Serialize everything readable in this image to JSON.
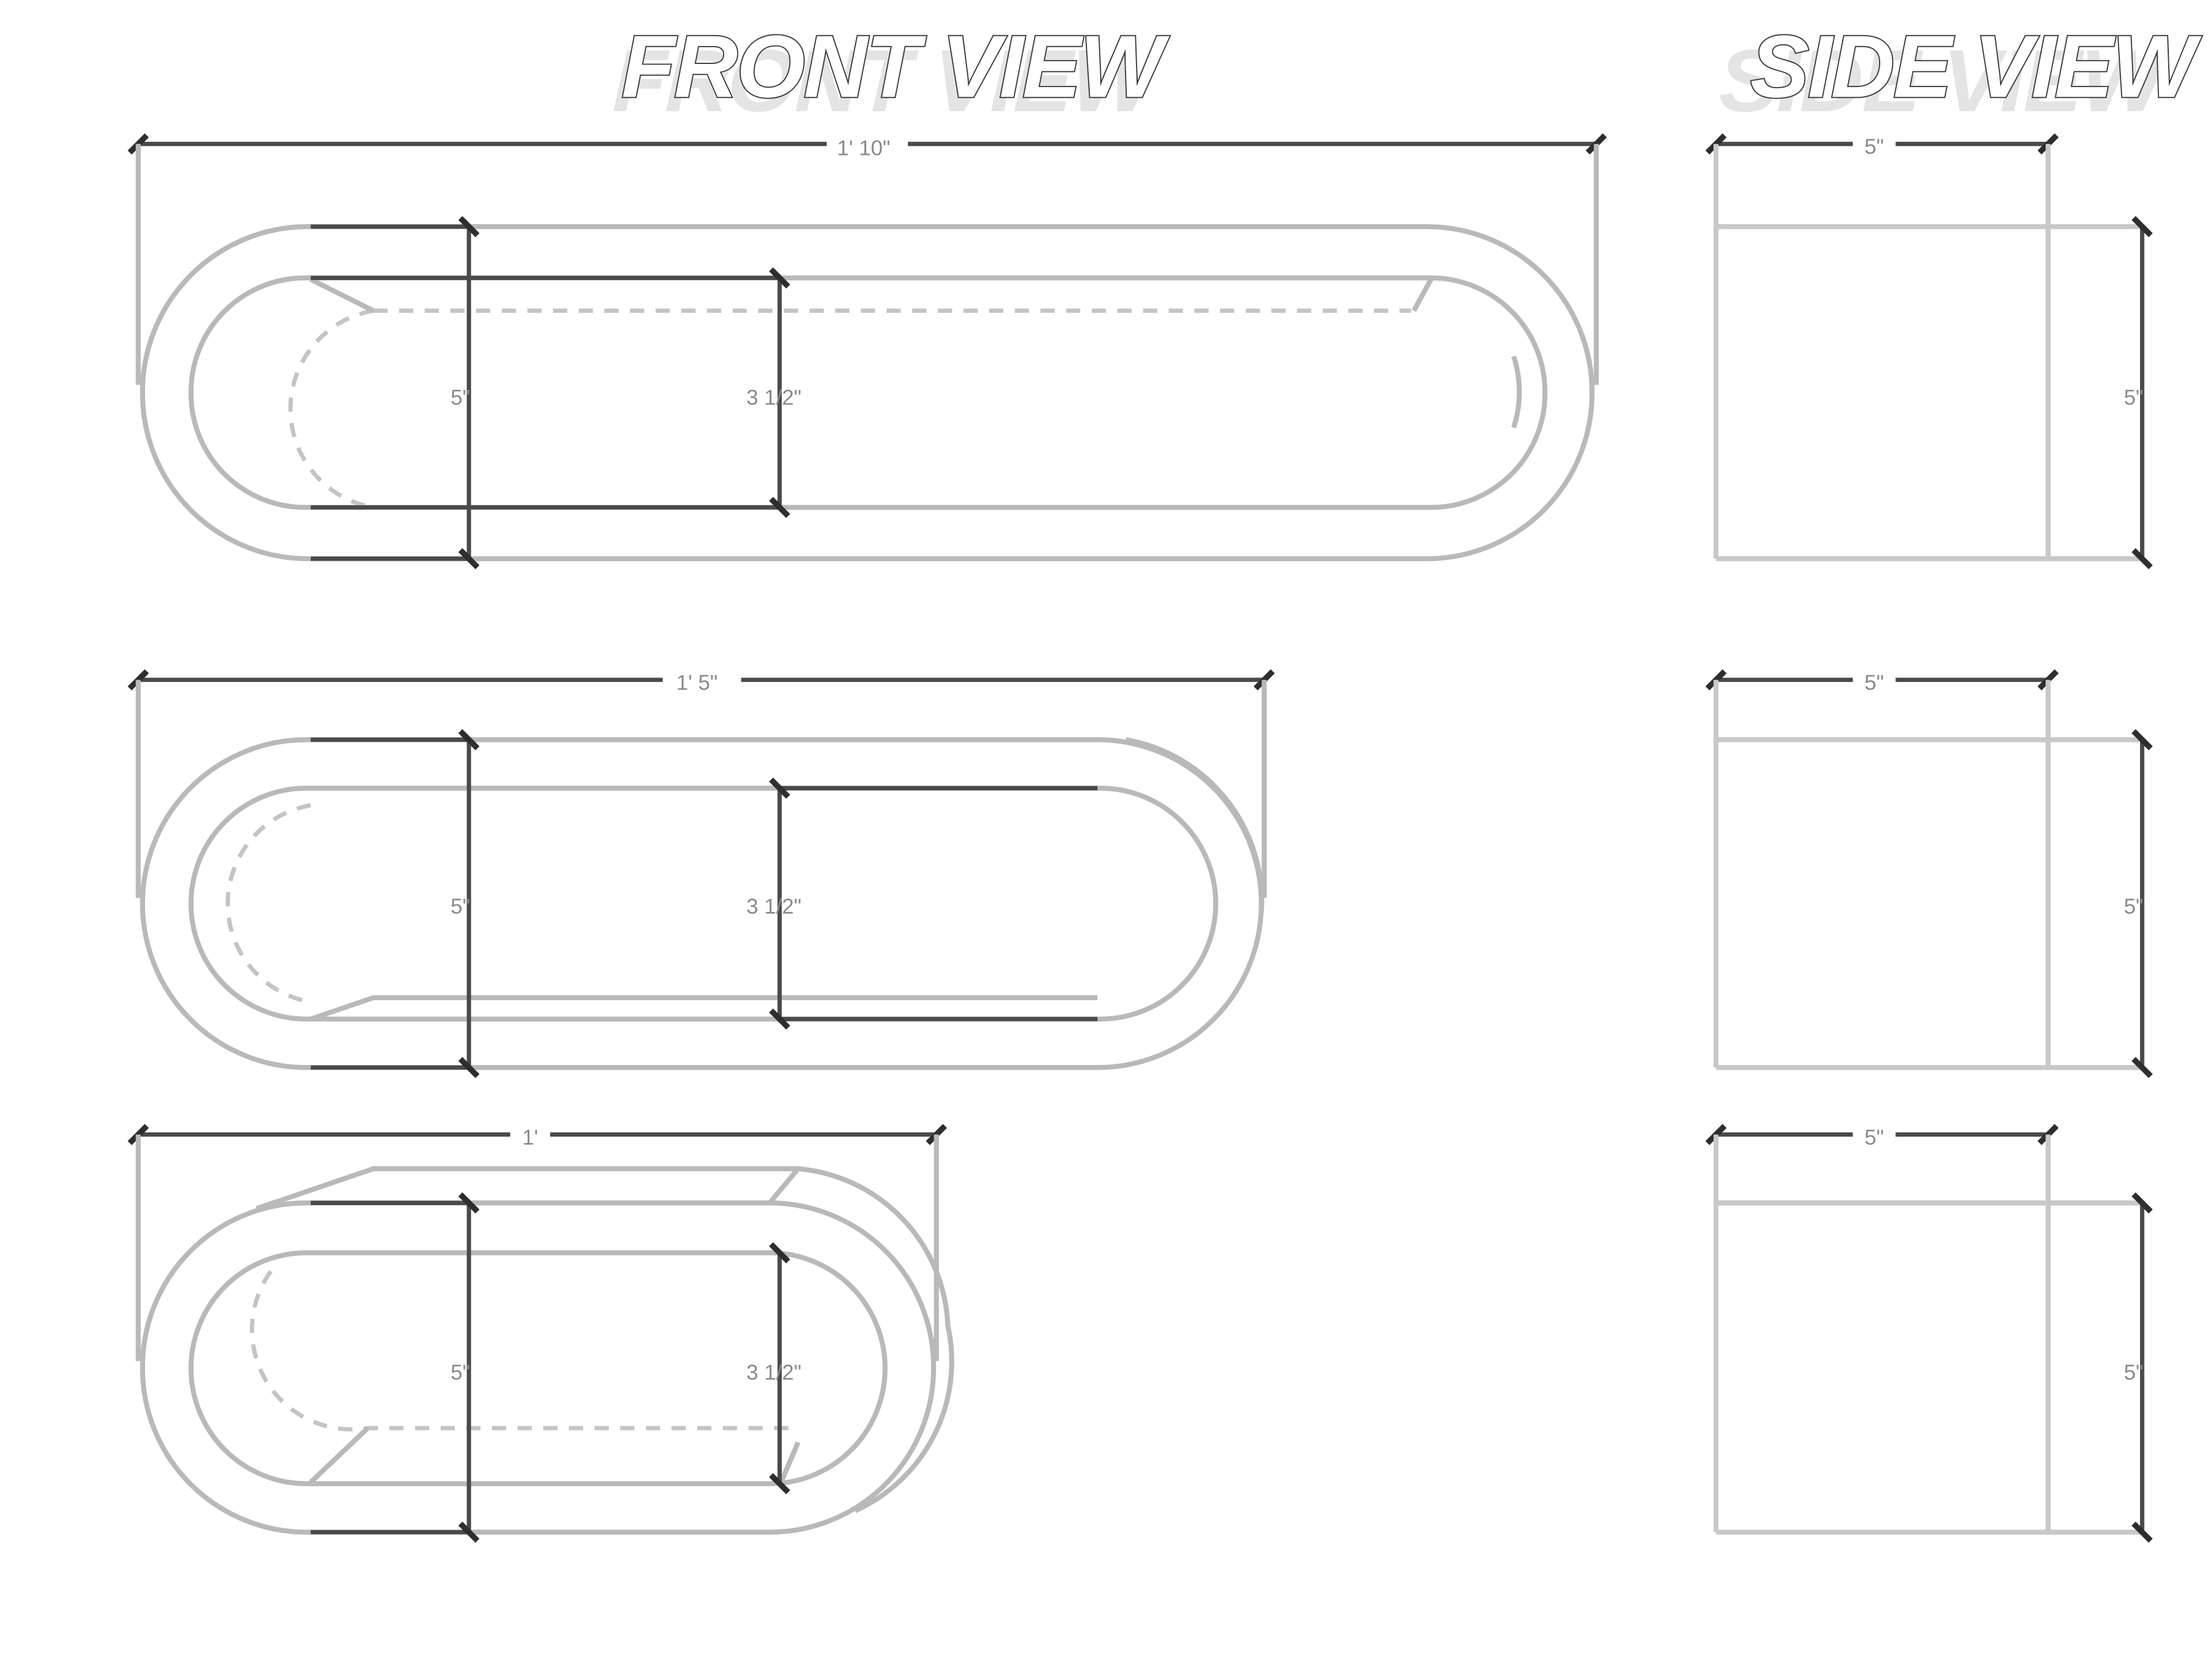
{
  "headings": {
    "front_view": "FRONT VIEW",
    "side_view": "SIDE VIEW"
  },
  "front_views": [
    {
      "overall_length": "1' 10\"",
      "outer_height": "5\"",
      "inner_height": "3 1/2\""
    },
    {
      "overall_length": "1' 5\"",
      "outer_height": "5\"",
      "inner_height": "3 1/2\""
    },
    {
      "overall_length": "1'",
      "outer_height": "5\"",
      "inner_height": "3 1/2\""
    }
  ],
  "side_views": [
    {
      "depth": "5\"",
      "height": "5\""
    },
    {
      "depth": "5\"",
      "height": "5\""
    },
    {
      "depth": "5\"",
      "height": "5\""
    }
  ],
  "colors": {
    "background": "#ffffff",
    "outline": "#b9b9b9",
    "dimension_line": "#4a4a4a",
    "dimension_text": "#8a8a8a"
  }
}
